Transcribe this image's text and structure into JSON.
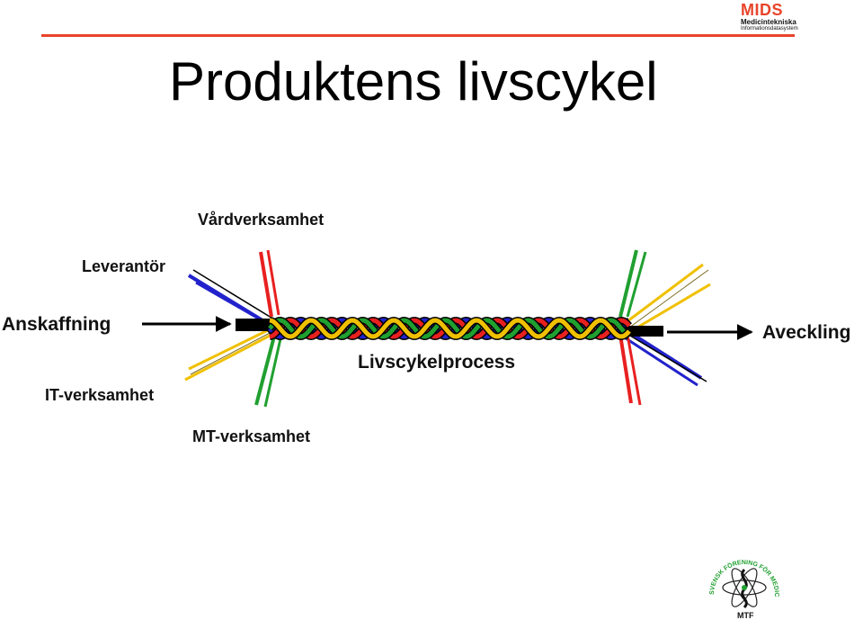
{
  "header": {
    "title": "Produktens livscykel",
    "brand": {
      "name": "MIDS",
      "line1": "Medicintekniska",
      "line2": "Informationsdatasystem"
    }
  },
  "diagram": {
    "labels": {
      "vard": "Vårdverksamhet",
      "leverantor": "Leverantör",
      "anskaffning": "Anskaffning",
      "it": "IT-verksamhet",
      "mt": "MT-verksamhet",
      "process": "Livscykelprocess",
      "avveckling": "Aveckling"
    },
    "strand_colors": [
      "#2222cc",
      "#e82020",
      "#20a030",
      "#f0c000"
    ]
  },
  "footer": {
    "society_text": "SVENSK FÖRENING FÖR MEDICINSK TEKNIK OCH FYSIK",
    "society_abbr": "MTF"
  }
}
